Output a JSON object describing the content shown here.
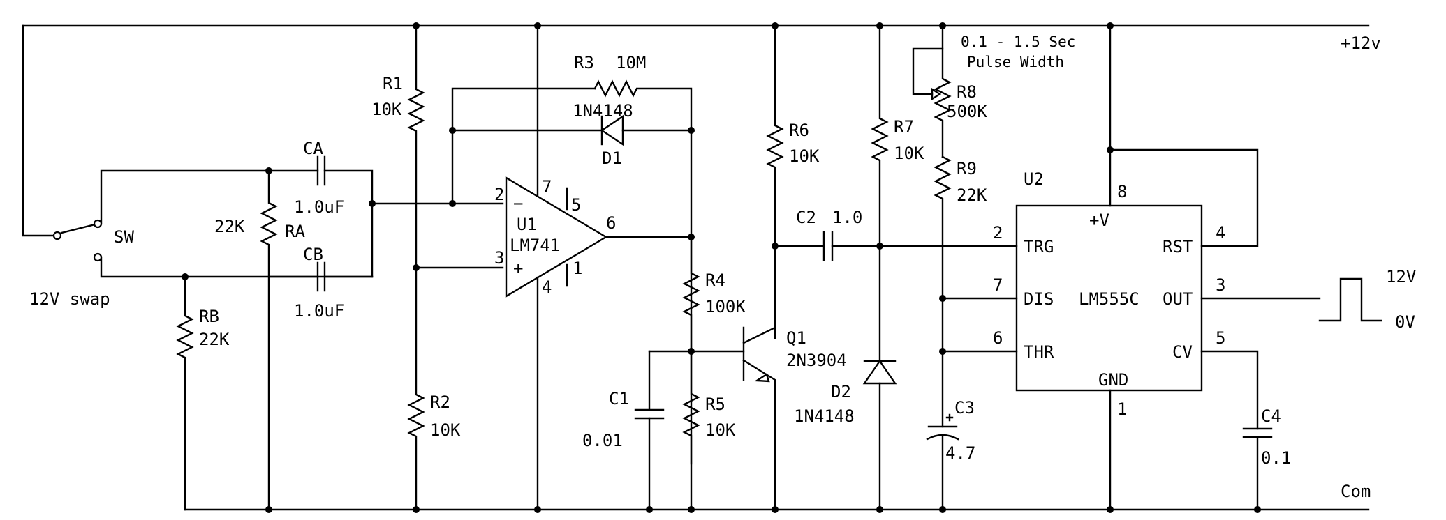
{
  "rails": {
    "supply": "+12v",
    "common": "Com"
  },
  "switch": {
    "name": "SW",
    "caption": "12V swap"
  },
  "components": {
    "r1": {
      "ref": "R1",
      "value": "10K"
    },
    "r2": {
      "ref": "R2",
      "value": "10K"
    },
    "r3": {
      "ref": "R3",
      "value": "10M"
    },
    "r4": {
      "ref": "R4",
      "value": "100K"
    },
    "r5": {
      "ref": "R5",
      "value": "10K"
    },
    "r6": {
      "ref": "R6",
      "value": "10K"
    },
    "r7": {
      "ref": "R7",
      "value": "10K"
    },
    "r8": {
      "ref": "R8",
      "value": "500K"
    },
    "r9": {
      "ref": "R9",
      "value": "22K"
    },
    "ra": {
      "ref": "RA",
      "value": "22K"
    },
    "rb": {
      "ref": "RB",
      "value": "22K"
    },
    "ca": {
      "ref": "CA",
      "value": "1.0uF"
    },
    "cb": {
      "ref": "CB",
      "value": "1.0uF"
    },
    "c1": {
      "ref": "C1",
      "value": "0.01"
    },
    "c2": {
      "ref": "C2",
      "value": "1.0"
    },
    "c3": {
      "ref": "C3",
      "value": "4.7"
    },
    "c4": {
      "ref": "C4",
      "value": "0.1"
    },
    "d1": {
      "ref": "D1",
      "value": "1N4148"
    },
    "d2": {
      "ref": "D2",
      "value": "1N4148"
    },
    "q1": {
      "ref": "Q1",
      "value": "2N3904"
    }
  },
  "u1": {
    "ref": "U1",
    "part": "LM741",
    "pins": {
      "inv": "2",
      "noninv": "3",
      "out": "6",
      "vplus": "7",
      "vminus": "4",
      "p5": "5",
      "p1": "1"
    },
    "inv_sign": "−",
    "noninv_sign": "+"
  },
  "u2": {
    "ref": "U2",
    "part": "LM555C",
    "pins": {
      "trg": "2",
      "dis": "7",
      "thr": "6",
      "vcc": "8",
      "rst": "4",
      "out": "3",
      "cv": "5",
      "gnd": "1"
    },
    "labels": {
      "trg": "TRG",
      "dis": "DIS",
      "thr": "THR",
      "vcc": "+V",
      "rst": "RST",
      "out": "OUT",
      "cv": "CV",
      "gnd": "GND"
    }
  },
  "annotations": {
    "pulse_line1": "0.1 - 1.5 Sec",
    "pulse_line2": "Pulse Width",
    "output_high": "12V",
    "output_low": "0V"
  }
}
